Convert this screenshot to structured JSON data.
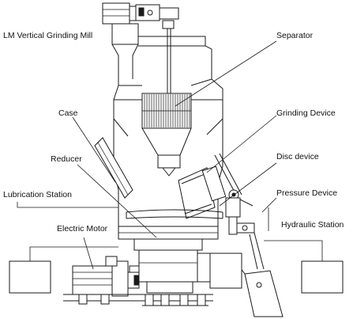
{
  "title": "LM Vertical Grinding Mill",
  "labels": {
    "separator": "Separator",
    "case": "Case",
    "grinding_device": "Grinding Device",
    "reducer": "Reducer",
    "disc_device": "Disc device",
    "lubrication_station": "Lubrication Station",
    "pressure_device": "Pressure Device",
    "electric_motor": "Electric Motor",
    "hydraulic_station": "Hydraulic Station"
  }
}
